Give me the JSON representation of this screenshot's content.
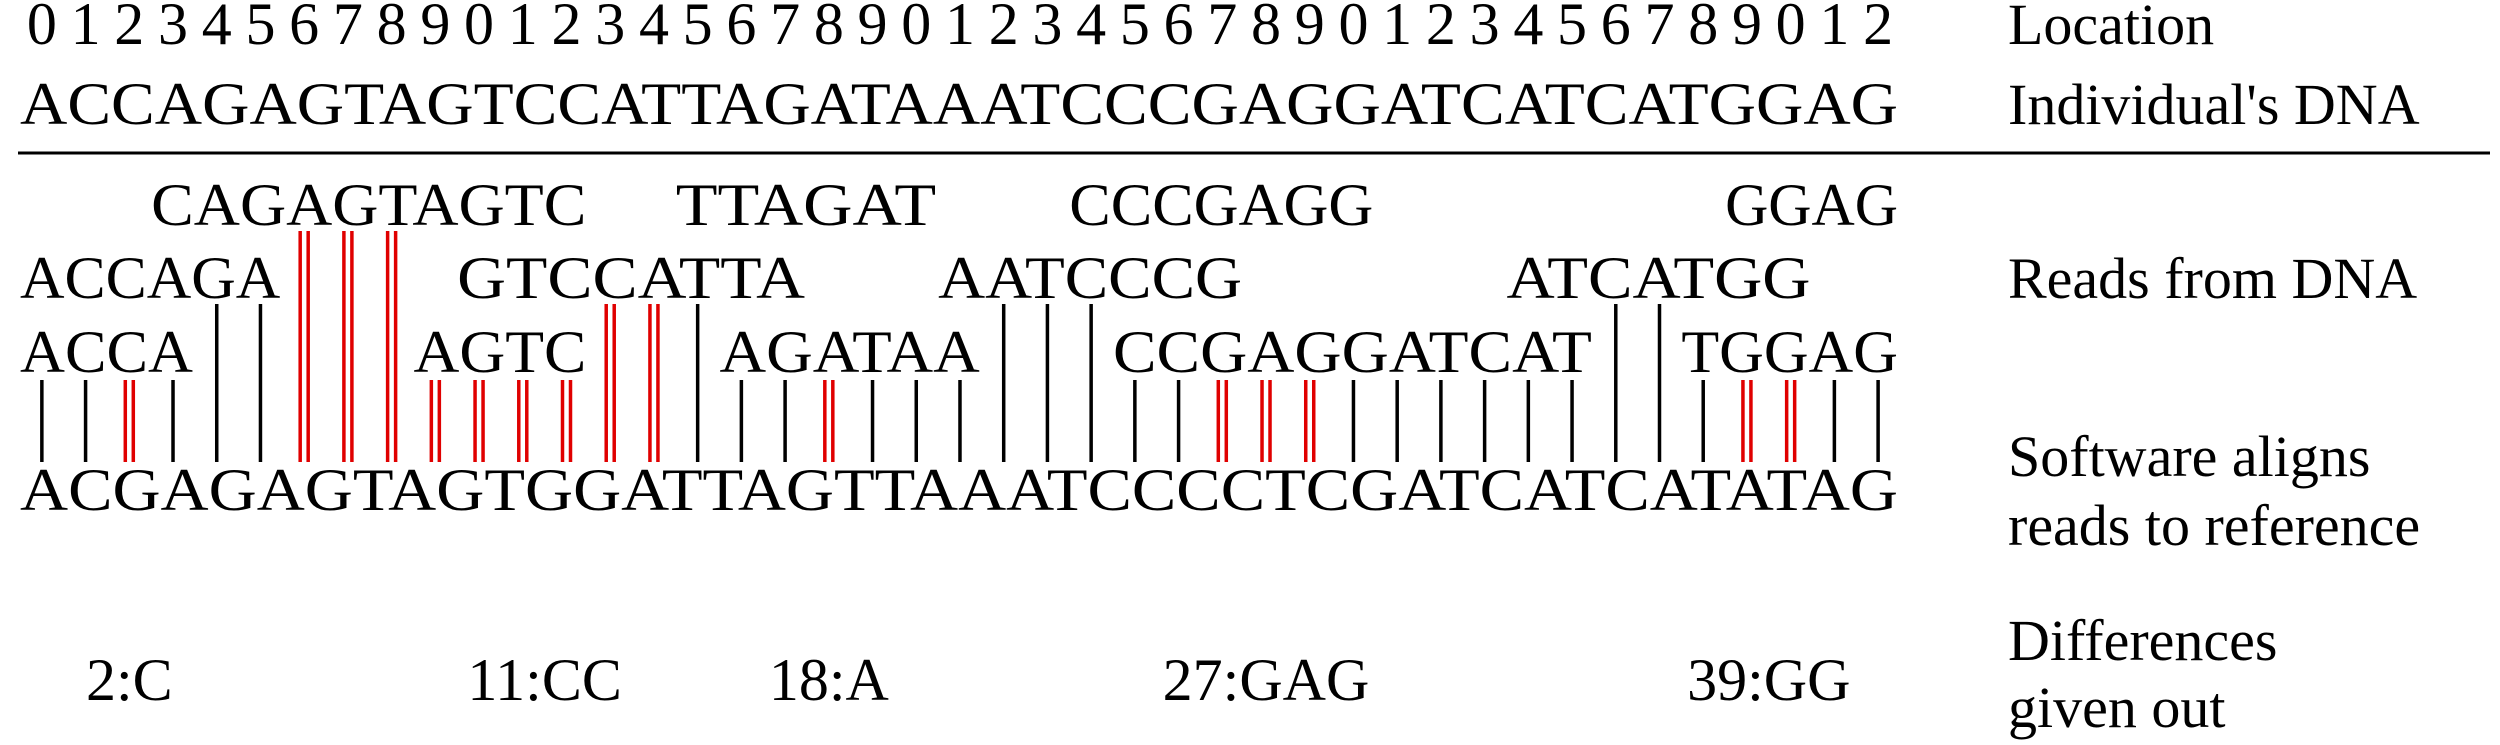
{
  "positions": "0123456789012345678901234567890123456789012",
  "individual_dna": "ACCAGAGTAGTCCATTAGATAAATCCCGAGGATCATCATGGAG",
  "reference": "ACGAGAGTAGTGGATTAGTTAAATCCCCTCGATCATCATATAG",
  "labels": {
    "location": "Location",
    "individual": "Individual's DNA",
    "reads": "Reads from DNA",
    "software_line1": "Software aligns",
    "software_line2": "reads to reference",
    "differences_line1": "Differences",
    "differences_line2": "given out"
  },
  "reads": [
    {
      "start": 3,
      "text": "CAGAGTAGTC",
      "row": 1
    },
    {
      "start": 15,
      "text": "TTAGAT",
      "row": 1
    },
    {
      "start": 24,
      "text": "CCCGAGG",
      "row": 1
    },
    {
      "start": 39,
      "text": "GGAG",
      "row": 1
    },
    {
      "start": 0,
      "text": "ACCAGA",
      "row": 2
    },
    {
      "start": 10,
      "text": "GTCCATTA",
      "row": 2
    },
    {
      "start": 21,
      "text": "AATCCCG",
      "row": 2
    },
    {
      "start": 34,
      "text": "ATCATGG",
      "row": 2
    },
    {
      "start": 0,
      "text": "ACCA",
      "row": 3
    },
    {
      "start": 9,
      "text": "AGTC",
      "row": 3
    },
    {
      "start": 16,
      "text": "AGATAA",
      "row": 3
    },
    {
      "start": 25,
      "text": "CCGAGGATCAT",
      "row": 3
    },
    {
      "start": 38,
      "text": "TGGAG",
      "row": 3
    }
  ],
  "differences": [
    {
      "label": "2:C",
      "start": 2,
      "length": 1
    },
    {
      "label": "11:CC",
      "start": 11,
      "length": 2
    },
    {
      "label": "18:A",
      "start": 18,
      "length": 1
    },
    {
      "label": "27:GAG",
      "start": 27,
      "length": 3
    },
    {
      "label": "39:GG",
      "start": 39,
      "length": 2
    }
  ],
  "colors": {
    "match": "#000000",
    "mismatch": "#e00000"
  }
}
